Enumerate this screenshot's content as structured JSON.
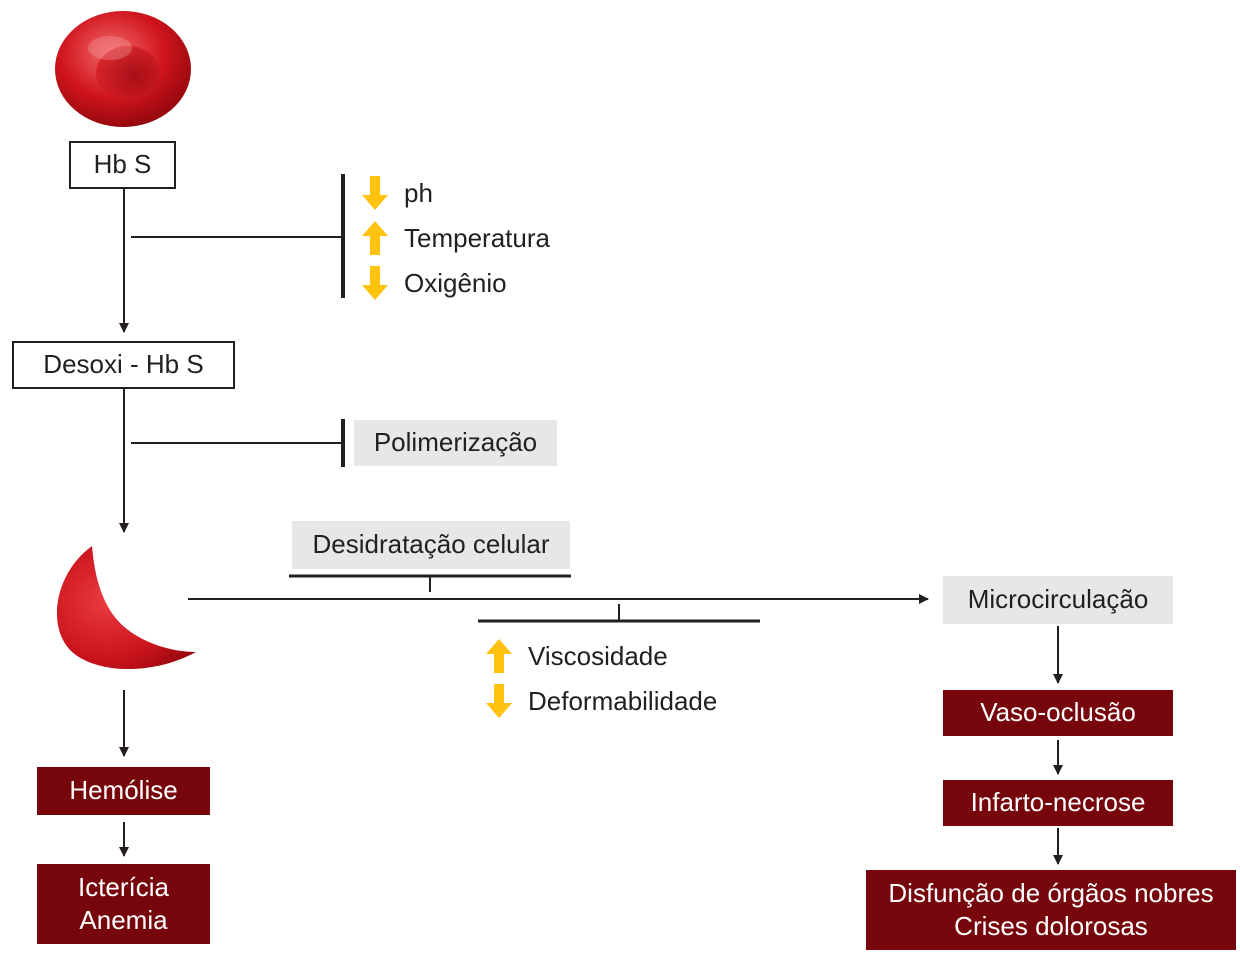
{
  "nodes": {
    "hbs": "Hb S",
    "desoxi": "Desoxi - Hb S",
    "polimerizacao": "Polimerização",
    "desidratacao": "Desidratação celular",
    "microcirculacao": "Microcirculação",
    "vaso_oclusao": "Vaso-oclusão",
    "infarto": "Infarto-necrose",
    "disfuncao": [
      "Disfunção de órgãos nobres",
      "Crises dolorosas"
    ],
    "hemolise": "Hemólise",
    "ictericia": [
      "Icterícia",
      "Anemia"
    ]
  },
  "factors": [
    {
      "label": "ph",
      "direction": "down"
    },
    {
      "label": "Temperatura",
      "direction": "up"
    },
    {
      "label": "Oxigênio",
      "direction": "down"
    }
  ],
  "rheology": [
    {
      "label": "Viscosidade",
      "direction": "up"
    },
    {
      "label": "Deformabilidade",
      "direction": "down"
    }
  ],
  "colors": {
    "blood_red": "#76060b",
    "arrow_yellow": "#ffc20e",
    "grey_box": "#e6e7e8",
    "line": "#231f20"
  },
  "icons": {
    "normal_cell": "normal-red-blood-cell-icon",
    "sickle_cell": "sickle-cell-icon",
    "up": "up-arrow-icon",
    "down": "down-arrow-icon"
  }
}
